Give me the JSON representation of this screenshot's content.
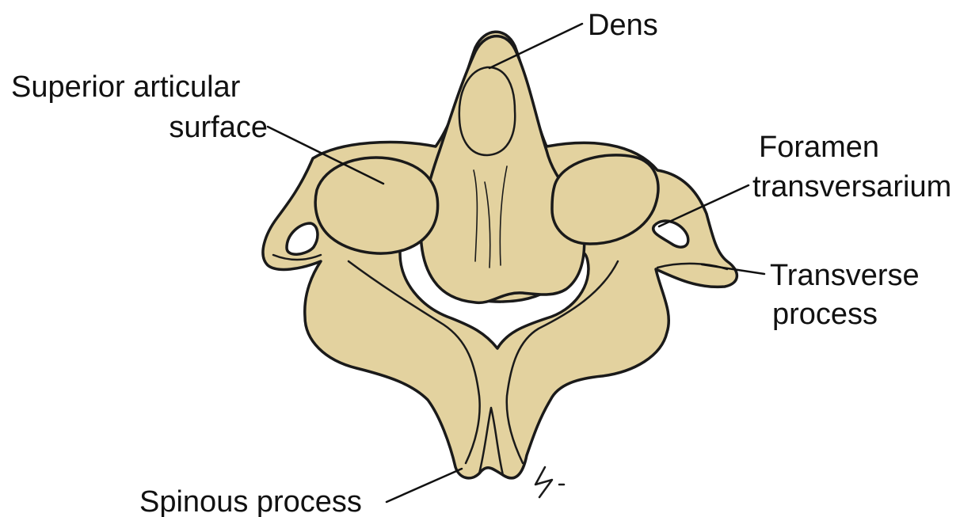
{
  "labels": {
    "dens": "Dens",
    "superior_articular_surface": [
      "Superior articular",
      "surface"
    ],
    "foramen_transversarium": [
      "Foramen",
      "transversarium"
    ],
    "transverse_process": [
      "Transverse",
      "process"
    ],
    "spinous_process": "Spinous process"
  },
  "colors": {
    "bone": "#e3d29f",
    "outline": "#1a1a1a",
    "text": "#111111"
  }
}
